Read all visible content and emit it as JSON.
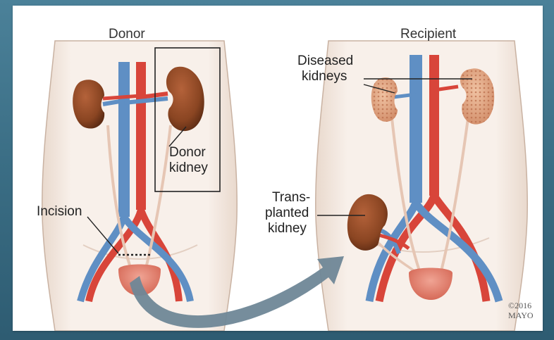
{
  "panels": {
    "donor_title": "Donor",
    "recipient_title": "Recipient"
  },
  "labels": {
    "donor_kidney_line1": "Donor",
    "donor_kidney_line2": "kidney",
    "incision": "Incision",
    "diseased_line1": "Diseased",
    "diseased_line2": "kidneys",
    "transplanted_line1": "Trans-",
    "transplanted_line2": "planted",
    "transplanted_line3": "kidney"
  },
  "copyright": {
    "year": "©2016",
    "org": "MAYO"
  },
  "colors": {
    "background": "#3b6f86",
    "skin": "#f6ede6",
    "kidney": "#8a4522",
    "diseased_kidney": "#e0a07c",
    "artery": "#d8453a",
    "vein": "#5f8fc4",
    "bladder": "#e07a6a",
    "arrow": "#6f8797"
  }
}
